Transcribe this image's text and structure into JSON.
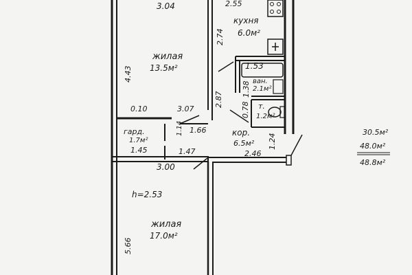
{
  "rooms": {
    "top_room_width": "3.04",
    "kitchen_name": "кухня",
    "kitchen_area": "6.0м²",
    "kitchen_width": "2.55",
    "kitchen_depth": "2.74",
    "living1_name": "жилая",
    "living1_area": "13.5м²",
    "living1_length": "4.43",
    "bath_width": "1.53",
    "bath_name": "ван.",
    "bath_area": "2.1м²",
    "bath_length": "1.38",
    "toilet_name": "т.",
    "toilet_area": "1.2м²",
    "toilet_width": "0.78",
    "corridor_left_depth": "2.87",
    "wall_gap": "0.10",
    "living1_width_low": "3.07",
    "wardrobe_name": "гард.",
    "wardrobe_area": "1.7м²",
    "wardrobe_side": "1.14",
    "corridor_seg": "1.66",
    "corridor_name": "кор.",
    "corridor_area": "6.5м²",
    "corridor_side": "1.24",
    "wardrobe_width": "1.45",
    "corridor_seg2": "1.47",
    "corridor_width": "2.46",
    "living2_width": "3.00",
    "ceiling_height": "h=2.53",
    "living2_name": "жилая",
    "living2_area": "17.0м²",
    "living2_length": "5.66"
  },
  "totals": {
    "living": "30.5м²",
    "main": "48.0м²",
    "total": "48.8м²"
  }
}
